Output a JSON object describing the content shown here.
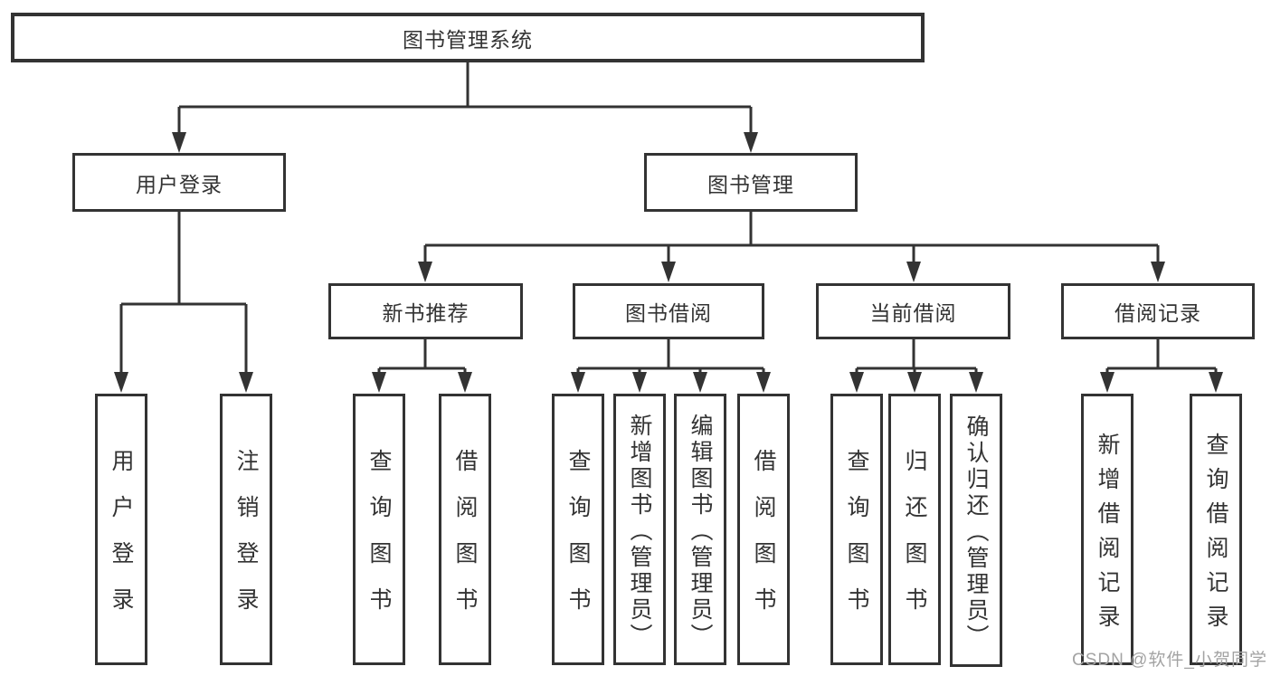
{
  "diagram": {
    "root": {
      "label": "图书管理系统"
    },
    "level2": [
      {
        "id": "user-login",
        "label": "用户登录",
        "parent": "图书管理系统"
      },
      {
        "id": "book-management",
        "label": "图书管理",
        "parent": "图书管理系统"
      }
    ],
    "level3": [
      {
        "id": "new-book-recommend",
        "label": "新书推荐",
        "parent": "图书管理"
      },
      {
        "id": "book-borrow",
        "label": "图书借阅",
        "parent": "图书管理"
      },
      {
        "id": "current-borrow",
        "label": "当前借阅",
        "parent": "图书管理"
      },
      {
        "id": "borrow-records",
        "label": "借阅记录",
        "parent": "图书管理"
      }
    ],
    "leaves": [
      {
        "label": "用户登录",
        "parent": "用户登录"
      },
      {
        "label": "注销登录",
        "parent": "用户登录"
      },
      {
        "label": "查询图书",
        "parent": "新书推荐"
      },
      {
        "label": "借阅图书",
        "parent": "新书推荐"
      },
      {
        "label": "查询图书",
        "parent": "图书借阅"
      },
      {
        "label": "新增图书（管理员）",
        "parent": "图书借阅"
      },
      {
        "label": "编辑图书（管理员）",
        "parent": "图书借阅"
      },
      {
        "label": "借阅图书",
        "parent": "图书借阅"
      },
      {
        "label": "查询图书",
        "parent": "当前借阅"
      },
      {
        "label": "归还图书",
        "parent": "当前借阅"
      },
      {
        "label": "确认归还（管理员）",
        "parent": "当前借阅"
      },
      {
        "label": "新增借阅记录",
        "parent": "借阅记录"
      },
      {
        "label": "查询借阅记录",
        "parent": "借阅记录"
      }
    ],
    "watermark": "CSDN @软件_小贺同学",
    "colors": {
      "line": "#333333",
      "box_border": "#333333",
      "text": "#333333",
      "watermark": "#a3a3a3",
      "background": "#ffffff"
    }
  }
}
